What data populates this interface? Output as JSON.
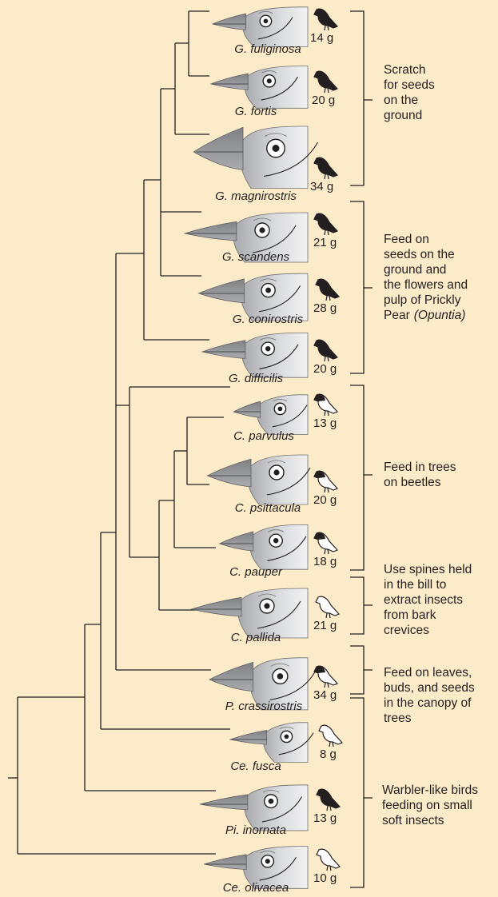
{
  "species": [
    {
      "name": "G. fuliginosa",
      "mass": "14 g",
      "silhouette": "dark"
    },
    {
      "name": "G. fortis",
      "mass": "20 g",
      "silhouette": "dark"
    },
    {
      "name": "G. magnirostris",
      "mass": "34 g",
      "silhouette": "dark"
    },
    {
      "name": "G. scandens",
      "mass": "21 g",
      "silhouette": "dark"
    },
    {
      "name": "G. conirostris",
      "mass": "28 g",
      "silhouette": "dark"
    },
    {
      "name": "G. difficilis",
      "mass": "20 g",
      "silhouette": "dark"
    },
    {
      "name": "C. parvulus",
      "mass": "13 g",
      "silhouette": "pied"
    },
    {
      "name": "C. psittacula",
      "mass": "20 g",
      "silhouette": "pied"
    },
    {
      "name": "C. pauper",
      "mass": "18 g",
      "silhouette": "pied"
    },
    {
      "name": "C. pallida",
      "mass": "21 g",
      "silhouette": "light"
    },
    {
      "name": "P. crassirostris",
      "mass": "34 g",
      "silhouette": "pied"
    },
    {
      "name": "Ce. fusca",
      "mass": "8 g",
      "silhouette": "light"
    },
    {
      "name": "Pi. inornata",
      "mass": "13 g",
      "silhouette": "dark"
    },
    {
      "name": "Ce. olivacea",
      "mass": "10 g",
      "silhouette": "light"
    }
  ],
  "groups": [
    {
      "lines": [
        "Scratch",
        "for seeds",
        "on the",
        "ground"
      ]
    },
    {
      "lines": [
        "Feed on",
        "seeds on the",
        "ground and",
        "the flowers and",
        "pulp of Prickly",
        "Pear"
      ],
      "italic_suffix": "(Opuntia)"
    },
    {
      "lines": [
        "Feed in trees",
        "on beetles"
      ]
    },
    {
      "lines": [
        "Use spines held",
        "in the bill to",
        "extract insects",
        "from bark",
        "crevices"
      ]
    },
    {
      "lines": [
        "Feed on leaves,",
        "buds, and seeds",
        "in the canopy of",
        "trees"
      ]
    },
    {
      "lines": [
        "Warbler-like birds",
        "feeding on small",
        "soft insects"
      ]
    }
  ],
  "colors": {
    "background": "#fcebc8",
    "ink": "#231f20",
    "head": "#b9bbbf",
    "beak": "#8e9094"
  }
}
